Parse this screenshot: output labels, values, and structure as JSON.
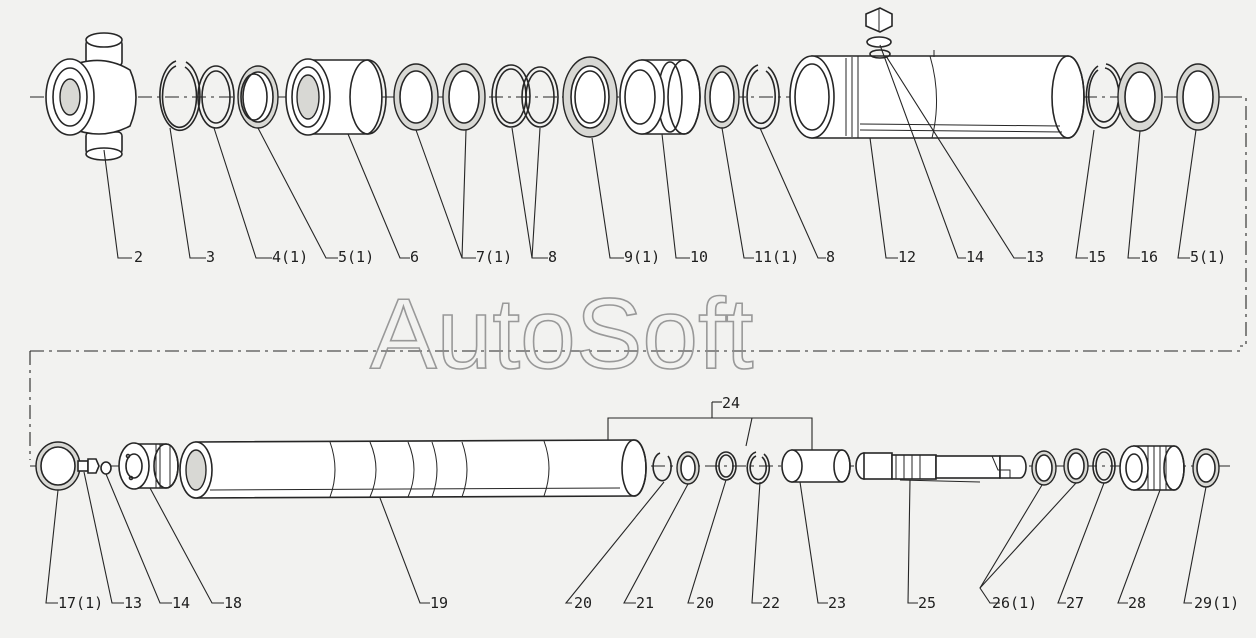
{
  "watermark": "AutoSoft",
  "labels": {
    "top": [
      "2",
      "3",
      "4(1)",
      "5(1)",
      "6",
      "7(1)",
      "8",
      "9(1)",
      "10",
      "11(1)",
      "8",
      "12",
      "14",
      "13",
      "15",
      "16",
      "5(1)"
    ],
    "bottom": [
      "17(1)",
      "13",
      "14",
      "18",
      "19",
      "20",
      "21",
      "20",
      "22",
      "23",
      "25",
      "26(1)",
      "27",
      "28",
      "29(1)"
    ],
    "group": "24"
  }
}
